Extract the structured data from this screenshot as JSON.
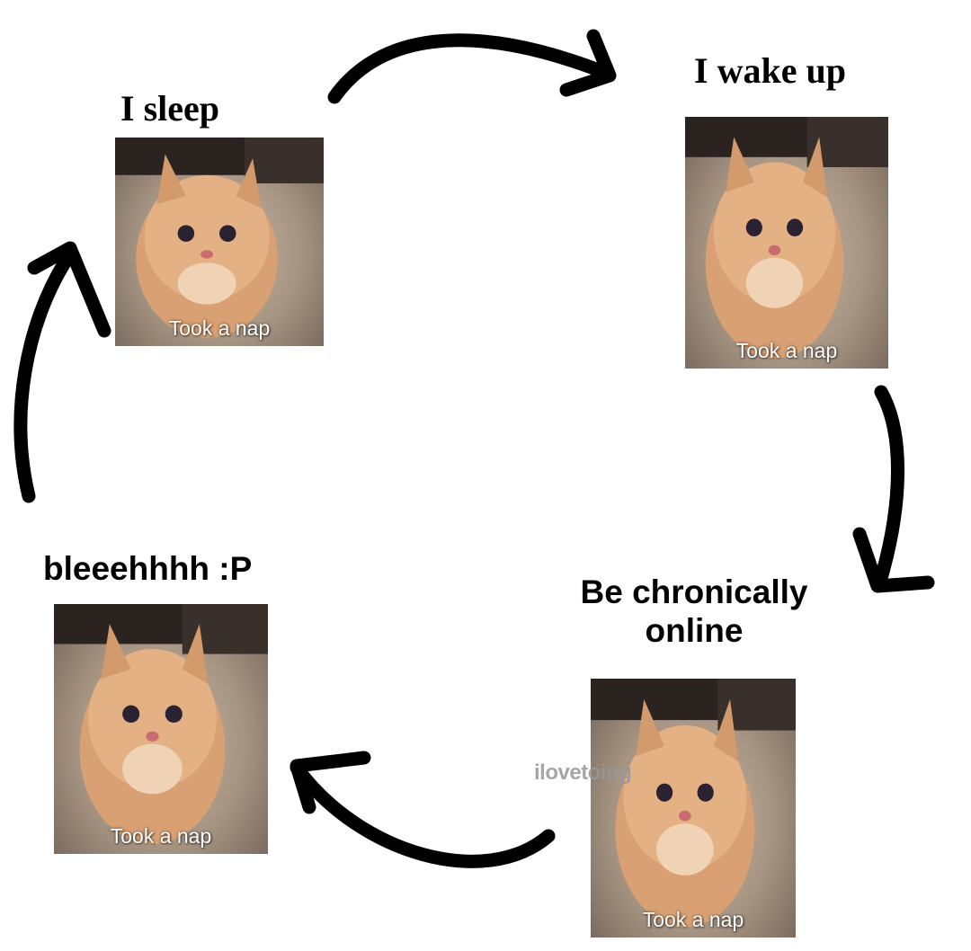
{
  "steps": [
    {
      "label": "I sleep",
      "caption": "Took a nap"
    },
    {
      "label": "I wake up",
      "caption": "Took a nap"
    },
    {
      "label_line1": "Be chronically",
      "label_line2": "online",
      "caption": "Took a nap"
    },
    {
      "label": "bleeehhhh :P",
      "caption": "Took a nap"
    }
  ],
  "watermark": "ilovetoing",
  "colors": {
    "background": "#ffffff",
    "arrow": "#000000",
    "text": "#000000",
    "caption": "#ffffff"
  },
  "icons": {
    "arrow": "cycle-arrow-icon",
    "photo": "kitten-photo"
  }
}
